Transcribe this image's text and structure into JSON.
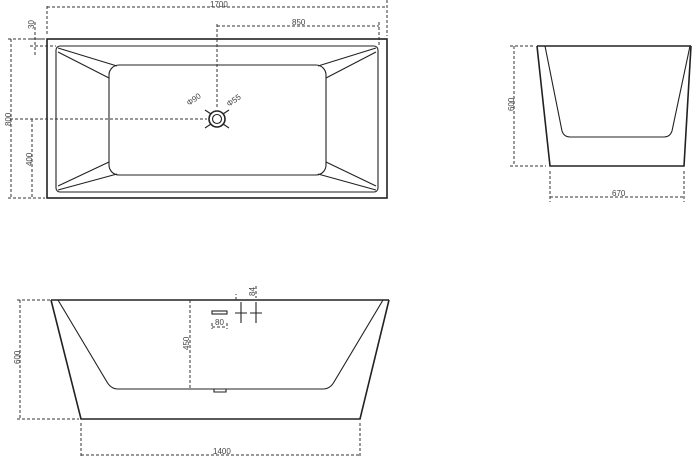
{
  "top_view": {
    "overall_length": "1700",
    "half_length": "850",
    "rim_offset": "30",
    "overall_width": "800",
    "drain_offset": "400",
    "drain_left_dia": "Φ90",
    "drain_right_dia": "Φ55"
  },
  "end_view": {
    "height": "600",
    "base_width": "670"
  },
  "side_view": {
    "height": "600",
    "base_length": "1400",
    "overflow_height": "450",
    "overflow_width": "80",
    "fitting_offset": "84"
  },
  "colors": {
    "line": "#222222",
    "dim_text": "#444444",
    "background": "#ffffff"
  }
}
